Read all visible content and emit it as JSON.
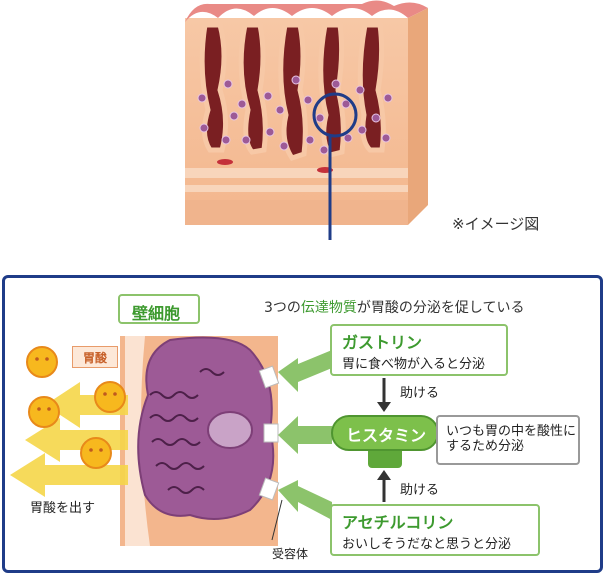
{
  "note": "※イメージ図",
  "cell_title": "壁細胞",
  "headline": {
    "pre": "3つの",
    "highlight": "伝達物質",
    "post": "が胃酸の分泌を促している"
  },
  "acid_tag": "胃酸",
  "acid_out_label": "胃酸を出す",
  "receptor_label": "受容体",
  "gastrin": {
    "name": "ガストリン",
    "desc": "胃に食べ物が入ると分泌"
  },
  "histamine": {
    "name": "ヒスタミン",
    "desc": "いつも胃の中を酸性にするため分泌"
  },
  "acetylcholine": {
    "name": "アセチルコリン",
    "desc": "おいしそうだなと思うと分泌"
  },
  "helps_label": "助ける",
  "colors": {
    "panel_border": "#1f3c88",
    "green": "#3d9a2f",
    "cell": "#9d5a96",
    "acid_arrow": "#f6d64a"
  }
}
